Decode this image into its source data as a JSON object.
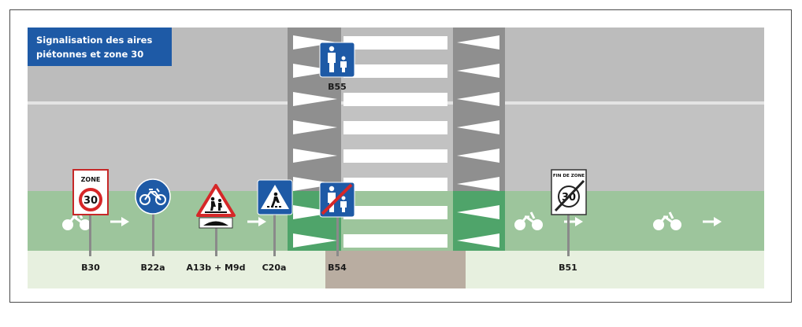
{
  "title": {
    "line1": "Signalisation des aires",
    "line2": "piétonnes et zone 30"
  },
  "signs": {
    "b30": {
      "code": "B30",
      "sign_top": "ZONE",
      "sign_value": "30"
    },
    "b22a": {
      "code": "B22a"
    },
    "a13b_m9d": {
      "code": "A13b + M9d"
    },
    "c20a": {
      "code": "C20a"
    },
    "b54": {
      "code": "B54"
    },
    "b55": {
      "code": "B55"
    },
    "b51": {
      "code": "B51",
      "sign_top": "FIN DE ZONE",
      "sign_value": "30"
    }
  },
  "colors": {
    "road": "#b4b4b4",
    "road_lane": "#c3c3c3",
    "bike_lane": "#9cc59c",
    "bike_lane_dark": "#4fa46a",
    "sidewalk": "#e6f0de",
    "crossing_bed": "#8c8c8c",
    "crossing_paving": "#b8ab9f",
    "title_bg": "#1e5aa6",
    "sign_blue": "#1e5aa6",
    "sign_red": "#d62728"
  }
}
